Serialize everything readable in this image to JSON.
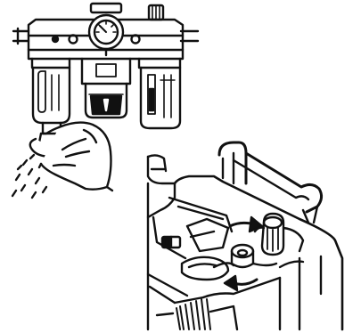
{
  "figure": {
    "kind": "line-art illustration",
    "colors": {
      "ink": "#111111",
      "paper": "#ffffff"
    },
    "panels": [
      {
        "id": "frl-drain",
        "icon": "filter-regulator-lubricator-icon"
      },
      {
        "id": "compressor-valve",
        "icon": "compressor-drain-valve-icon"
      }
    ]
  }
}
